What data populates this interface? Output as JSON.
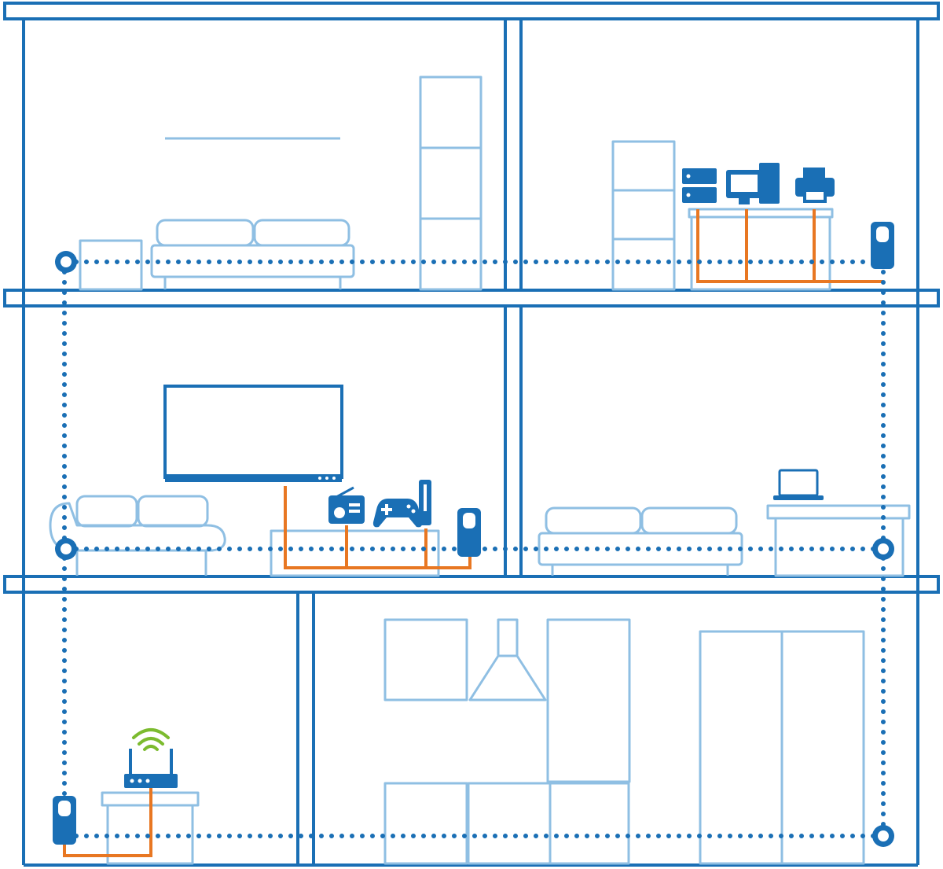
{
  "colors": {
    "structure": "#1a6fb5",
    "furniture": "#8fbfe3",
    "powerline_link": "#1a6fb5",
    "ethernet_cable": "#e87722",
    "wifi_signal": "#7cbb2f"
  },
  "floors": [
    {
      "level": "top",
      "rooms": [
        {
          "side": "left",
          "items": [
            "shelf-line",
            "sideboard",
            "sofa",
            "bookshelf"
          ],
          "devices": [
            "wall-socket"
          ]
        },
        {
          "side": "right",
          "items": [
            "bookshelf",
            "desk"
          ],
          "devices": [
            "nas-server-icon",
            "desktop-computer-icon",
            "printer-icon",
            "powerline-adapter"
          ]
        }
      ]
    },
    {
      "level": "middle",
      "rooms": [
        {
          "side": "left",
          "items": [
            "sofa",
            "tv-stand"
          ],
          "devices": [
            "television-icon",
            "radio-icon",
            "gamepad-icon",
            "game-console-icon",
            "powerline-adapter",
            "wall-socket"
          ]
        },
        {
          "side": "right",
          "items": [
            "sofa",
            "side-table"
          ],
          "devices": [
            "laptop-icon",
            "wall-socket"
          ]
        }
      ]
    },
    {
      "level": "ground",
      "rooms": [
        {
          "side": "left",
          "items": [
            "side-table"
          ],
          "devices": [
            "wifi-router-icon",
            "wifi-signal-icon",
            "powerline-adapter"
          ]
        },
        {
          "side": "right",
          "items": [
            "kitchen-cabinets",
            "range-hood",
            "fridge"
          ],
          "devices": [
            "wall-socket"
          ]
        }
      ]
    }
  ]
}
